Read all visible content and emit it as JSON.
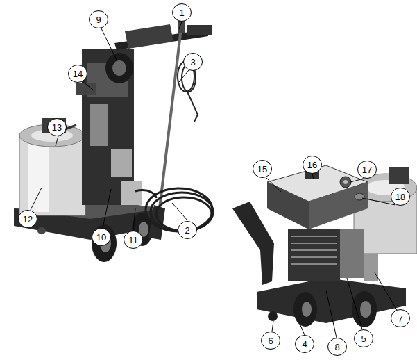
{
  "diagram": {
    "nodes": [
      {
        "text": [
          "1"
        ]
      },
      {
        "text": [
          "2"
        ]
      },
      {
        "text": [
          "3"
        ]
      },
      {
        "text": [
          "4"
        ]
      },
      {
        "text": [
          "5"
        ]
      },
      {
        "text": [
          "6"
        ]
      },
      {
        "text": [
          "7"
        ]
      },
      {
        "text": [
          "8"
        ]
      },
      {
        "text": [
          "9"
        ]
      },
      {
        "text": [
          "10"
        ]
      },
      {
        "text": [
          "11"
        ]
      },
      {
        "text": [
          "12"
        ]
      },
      {
        "text": [
          "13"
        ]
      },
      {
        "text": [
          "14"
        ]
      },
      {
        "text": [
          "15"
        ]
      },
      {
        "text": [
          "16"
        ]
      },
      {
        "text": [
          "17"
        ]
      },
      {
        "text": [
          "18"
        ]
      }
    ]
  }
}
